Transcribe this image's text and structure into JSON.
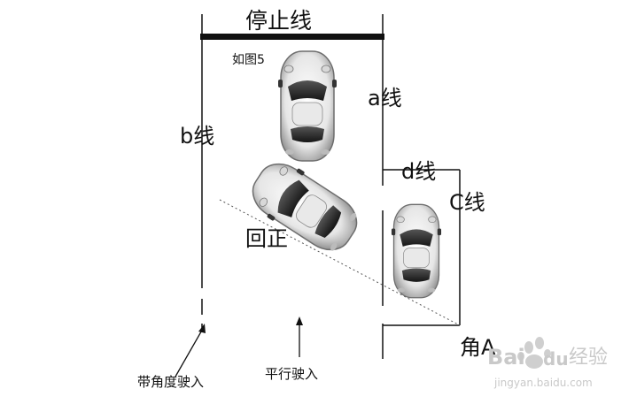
{
  "labels": {
    "stop_line": "停止线",
    "figure_caption": "如图5",
    "line_a": "a线",
    "line_b": "b线",
    "line_d": "d线",
    "line_c": "C线",
    "straighten": "回正",
    "corner_a": "角A",
    "angled_entry": "带角度驶入",
    "parallel_entry": "平行驶入"
  },
  "watermark": {
    "brand": "Bai",
    "paw": "du",
    "suffix": "经验",
    "url": "jingyan.baidu.com"
  },
  "colors": {
    "line": "#111111",
    "car_body": "#f2f2f2",
    "car_glass": "#2a2a2a",
    "watermark": "#c9c9c9"
  }
}
